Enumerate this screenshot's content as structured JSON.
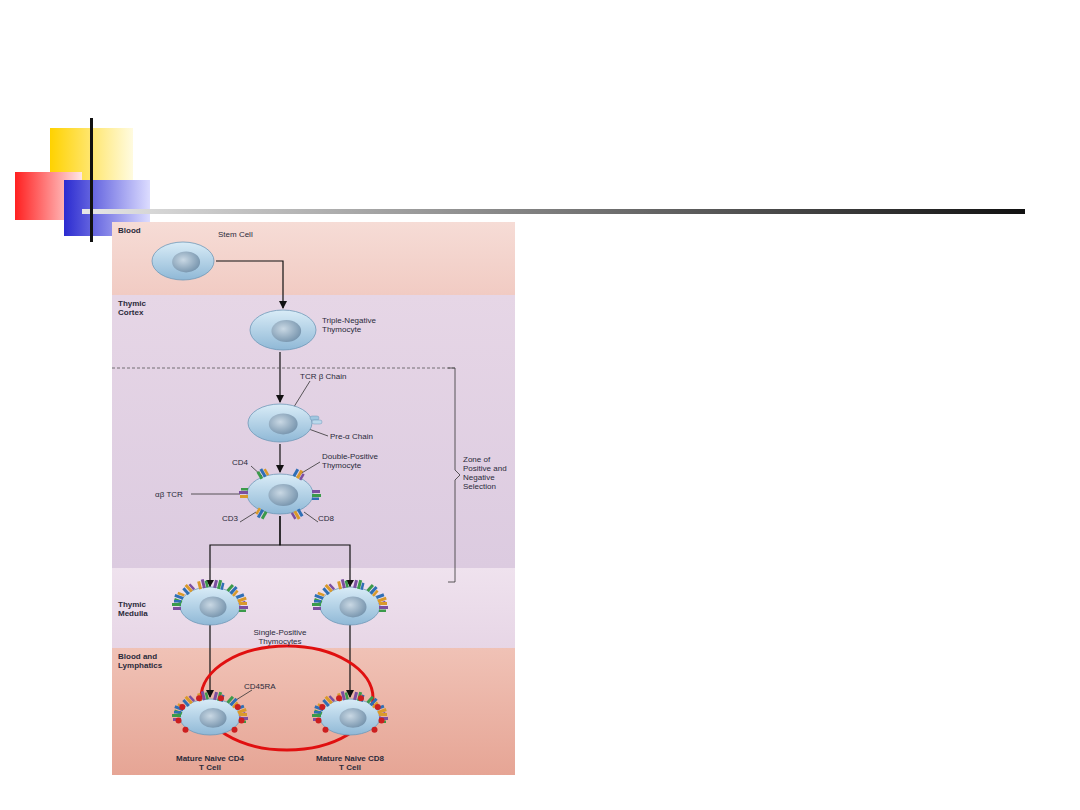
{
  "diagram": {
    "nodes": [
      {
        "text": [
          "Blood"
        ]
      },
      {
        "text": [
          "Stem Cell"
        ],
        "in": 0
      },
      {
        "text": [
          "Thymic Cortex"
        ]
      },
      {
        "text": [
          "Triple-Negative Thymocyte"
        ],
        "in": 2
      },
      {
        "text": [
          "TCR β Chain",
          "Pre-α Chain"
        ],
        "in": 2
      },
      {
        "text": [
          "Double-Positive Thymocyte"
        ],
        "in": 2
      },
      {
        "text": [
          "Thymic Medulla"
        ]
      },
      {
        "text": [
          "Blood and Lymphatics"
        ]
      },
      {
        "text": [
          "Mature Naive CD4 T Cell"
        ],
        "in": 7
      },
      {
        "text": [
          "Mature Naive CD8 T Cell"
        ],
        "in": 7
      }
    ],
    "edges": [
      {
        "from": 1,
        "to": 3,
        "arrow": "to"
      },
      {
        "from": 3,
        "to": 4,
        "arrow": "to"
      },
      {
        "from": 4,
        "to": 5,
        "arrow": "to"
      },
      {
        "from": 5,
        "to": 8,
        "arrow": "to"
      },
      {
        "from": 5,
        "to": 9,
        "arrow": "to"
      }
    ],
    "labels": [
      "CD4",
      "αβ TCR",
      "CD3",
      "CD8",
      "Single-Positive Thymocytes",
      "CD45RA",
      "Zone of Positive and Negative Selection"
    ]
  }
}
